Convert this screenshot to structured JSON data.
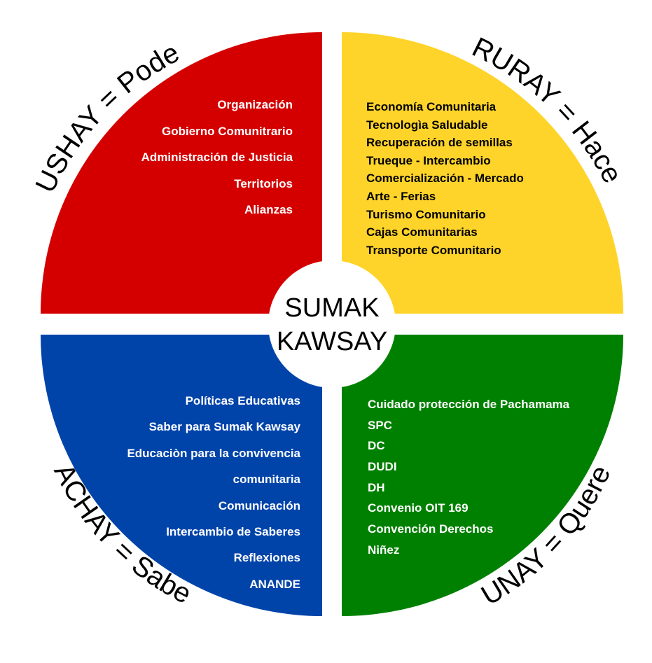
{
  "colors": {
    "ushay": "#d40000",
    "ruray": "#ffd42a",
    "yachay": "#0044aa",
    "munay": "#008000",
    "center": "#ffffff"
  },
  "center": {
    "line1": "SUMAK",
    "line2": "KAWSAY"
  },
  "quadrants": {
    "ushay": {
      "label": "USHAY = Poder",
      "items": [
        "Organización",
        "Gobierno Comunitrario",
        "Administración de Justicia",
        "Territorios",
        "Alianzas"
      ]
    },
    "ruray": {
      "label": "RURAY = Hacer",
      "items": [
        "Economía Comunitaria",
        "Tecnologìa Saludable",
        "Recuperación de semillas",
        "Trueque - Intercambio",
        "Comercialización - Mercado",
        "Arte - Ferias",
        "Turismo Comunitario",
        "Cajas Comunitarias",
        "Transporte Comunitario"
      ]
    },
    "yachay": {
      "label": "YACHAY = Saber",
      "items": [
        "Políticas Educativas",
        "Saber para Sumak Kawsay",
        "Educaciòn para la convivencia",
        "comunitaria",
        "Comunicación",
        "Intercambio de Saberes",
        "Reflexiones",
        "ANANDE"
      ]
    },
    "munay": {
      "label": "MUNAY = Querer",
      "items": [
        "Cuidado protección de Pachamama",
        "SPC",
        "DC",
        "DUDI",
        "DH",
        "Convenio OIT 169",
        "Convención Derechos",
        "Niñez"
      ]
    }
  }
}
